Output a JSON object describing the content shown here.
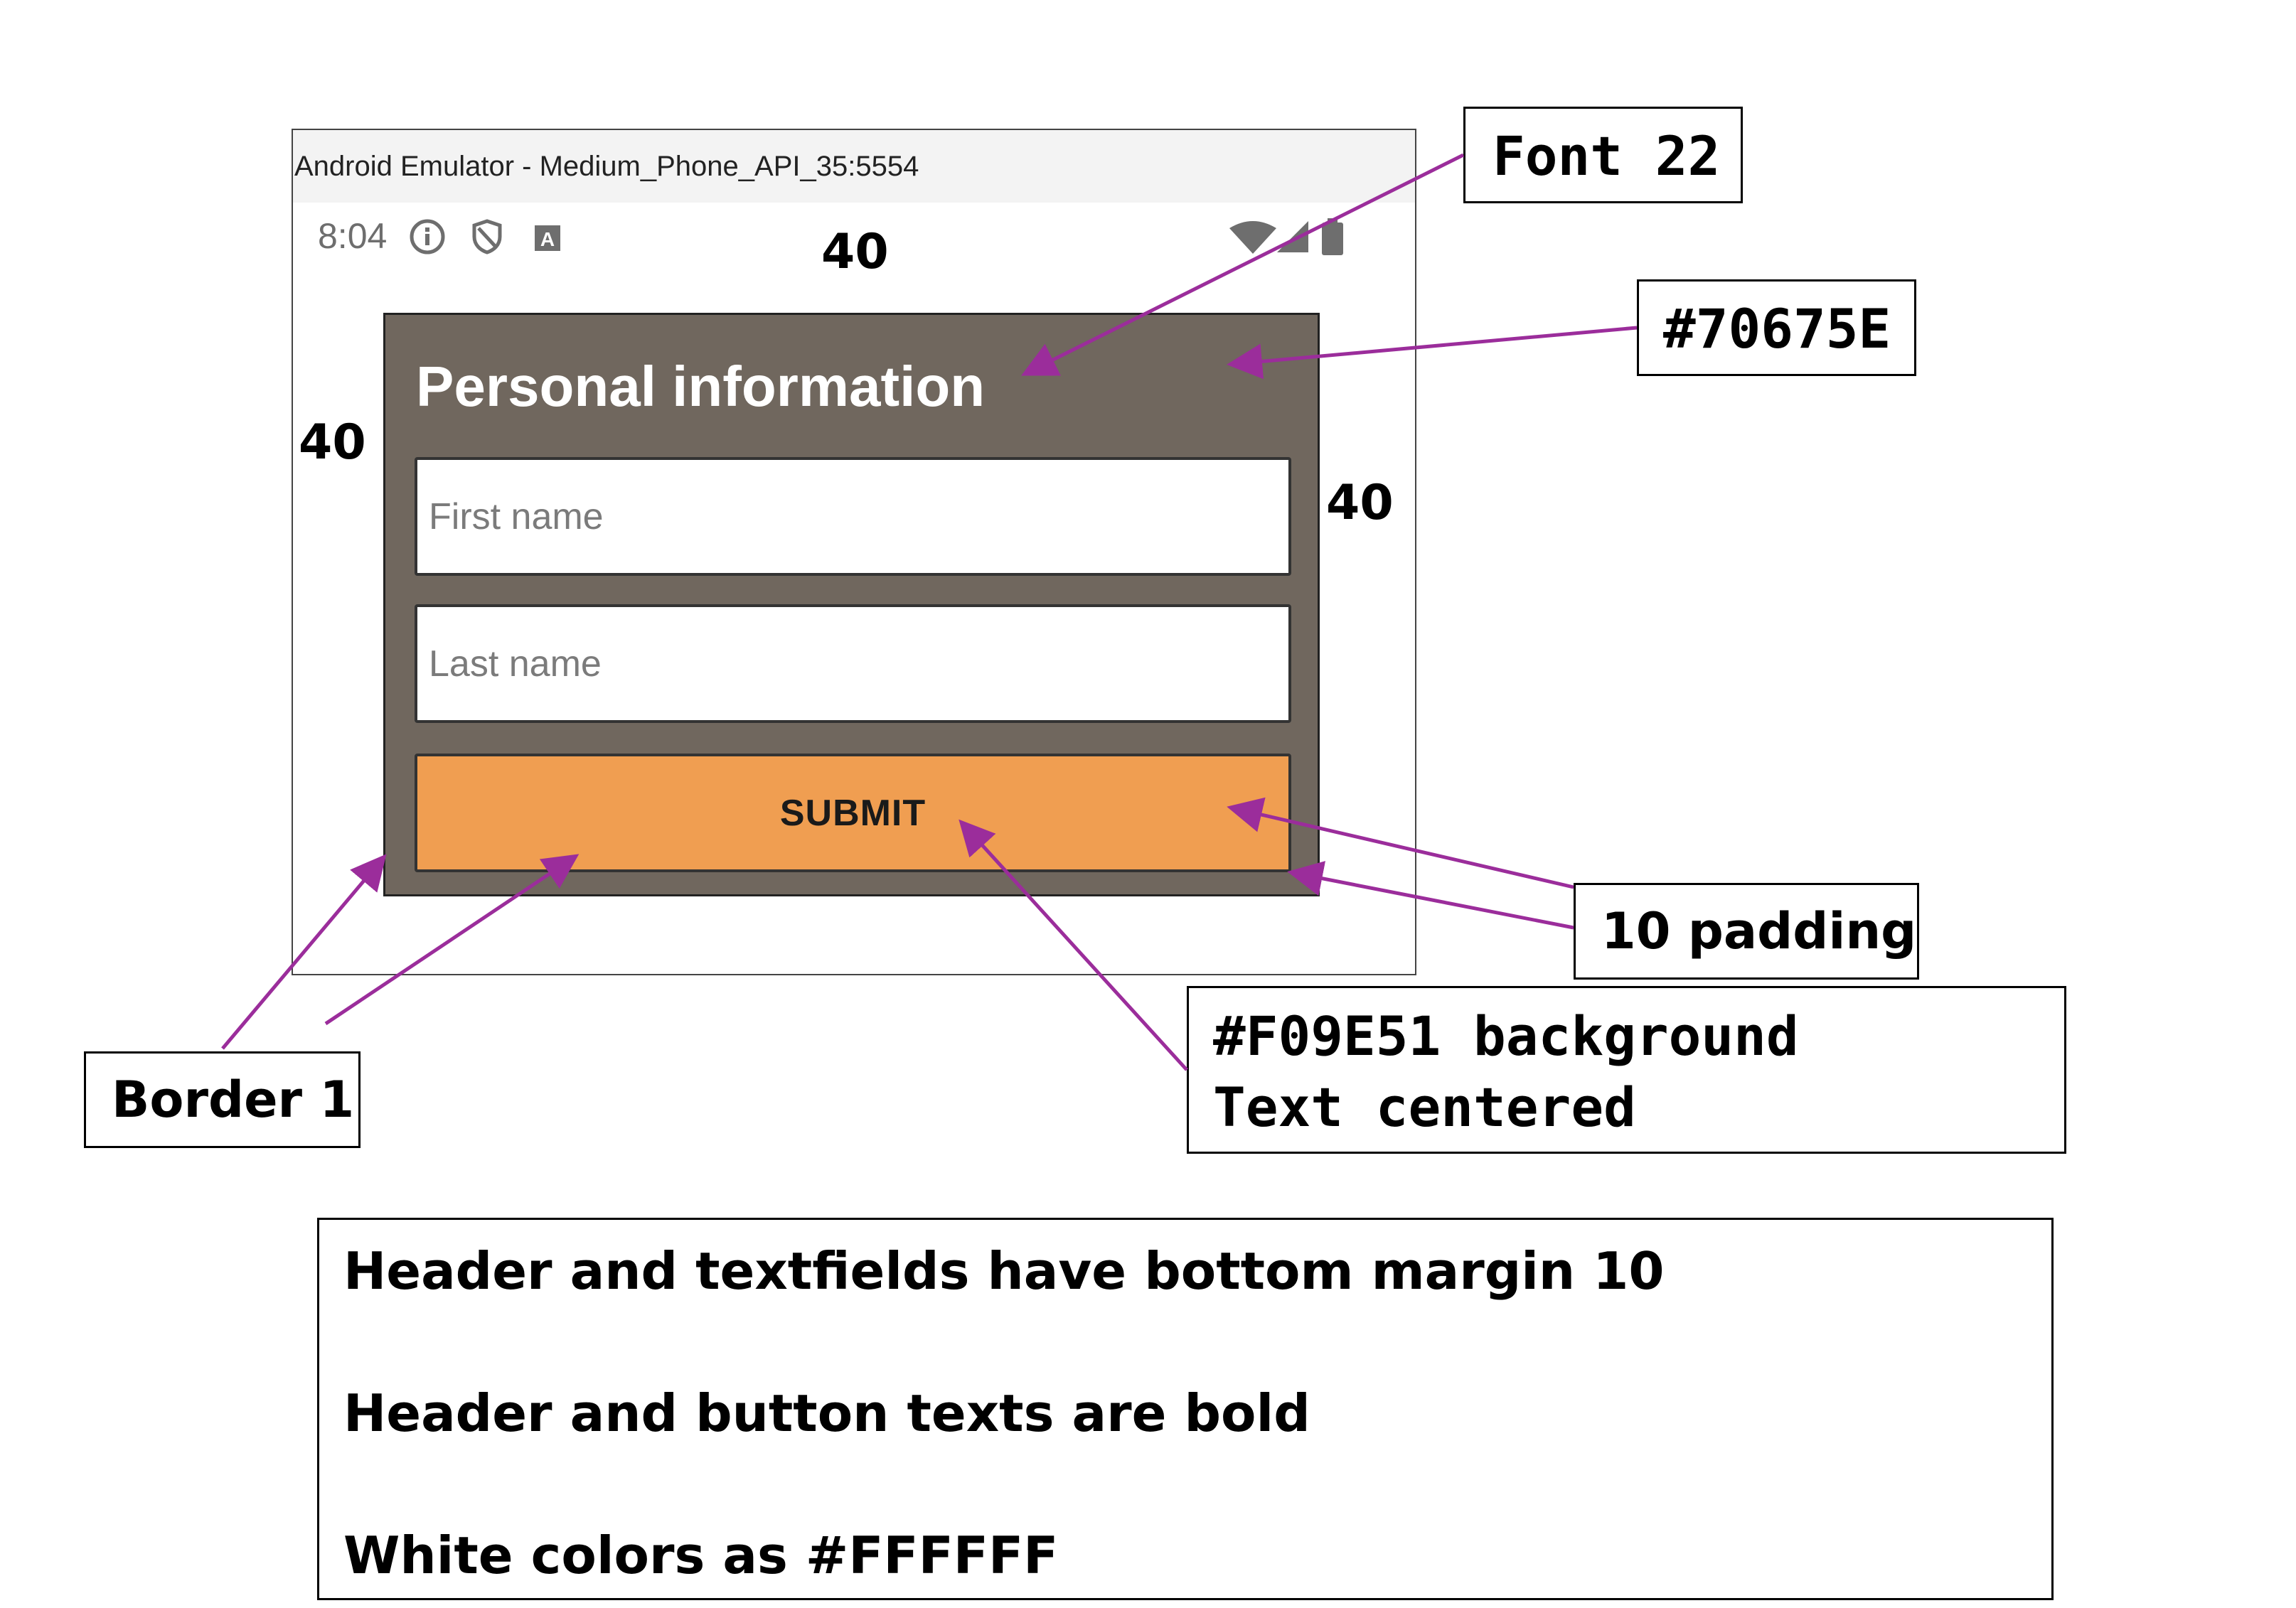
{
  "emulator": {
    "title": "Android Emulator - Medium_Phone_API_35:5554",
    "status_time": "8:04"
  },
  "spacing_labels": {
    "top": "40",
    "left": "40",
    "right": "40"
  },
  "card": {
    "title": "Personal information",
    "first_name_placeholder": "First name",
    "last_name_placeholder": "Last name",
    "submit_label": "SUBMIT",
    "background_color": "#70675E",
    "button_color": "#F09E51",
    "text_color": "#FFFFFF"
  },
  "annotations": {
    "font": "Font 22",
    "color": "#70675E",
    "padding": "10 padding",
    "border": "Border 1",
    "button_bg": "#F09E51 background",
    "button_text": "Text centered",
    "notes": [
      "Header and textfields have bottom margin 10",
      "Header and button texts are bold",
      "White colors as #FFFFFF"
    ]
  },
  "arrow_color": "#9B2D9B"
}
